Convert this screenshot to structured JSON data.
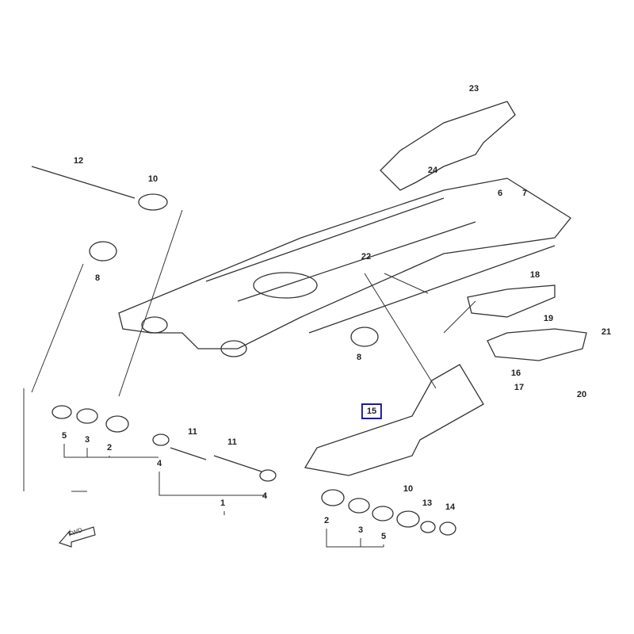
{
  "diagram": {
    "part_labels": [
      "23",
      "24",
      "6",
      "7",
      "12",
      "10",
      "8",
      "22",
      "18",
      "19",
      "21",
      "16",
      "17",
      "20",
      "15",
      "8",
      "5",
      "3",
      "2",
      "4",
      "11",
      "11",
      "4",
      "1",
      "2",
      "3",
      "5",
      "10",
      "13",
      "14"
    ],
    "highlighted_part": "15",
    "highlight_color": "#1a1aa0",
    "direction_label": "FWD",
    "direction_icon": "arrow-left-icon"
  }
}
